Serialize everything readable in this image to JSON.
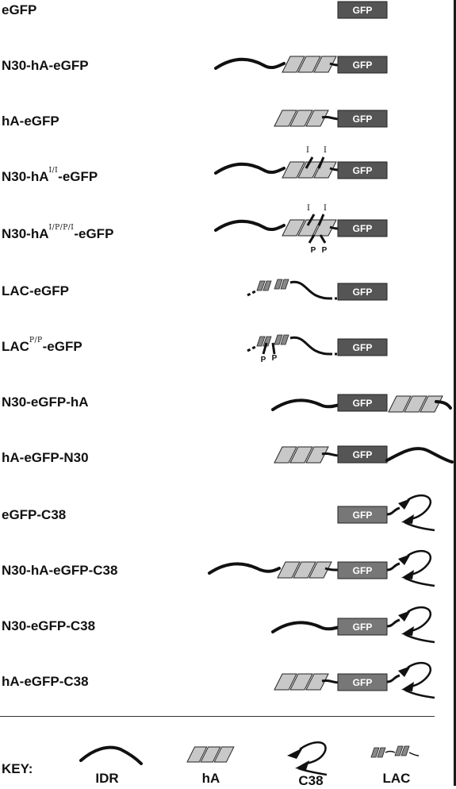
{
  "constructs": [
    {
      "name": "eGFP"
    },
    {
      "name": "N30-hA-eGFP"
    },
    {
      "name": "hA-eGFP"
    },
    {
      "name_prefix": "N30-hA",
      "name_sup": "I/I",
      "name_suffix": "-eGFP"
    },
    {
      "name_prefix": "N30-hA",
      "name_sup": "I/P/P/I",
      "name_suffix": "-eGFP"
    },
    {
      "name": "LAC-eGFP"
    },
    {
      "name_prefix": "LAC",
      "name_sup": "P/P",
      "name_suffix": "-eGFP"
    },
    {
      "name": "N30-eGFP-hA"
    },
    {
      "name": "hA-eGFP-N30"
    },
    {
      "name": "eGFP-C38"
    },
    {
      "name": "N30-hA-eGFP-C38"
    },
    {
      "name": "N30-eGFP-C38"
    },
    {
      "name": "hA-eGFP-C38"
    }
  ],
  "gfp_label": "GFP",
  "mutation_I": "I",
  "mutation_P": "P",
  "key": {
    "title": "KEY:",
    "items": [
      {
        "label": "IDR",
        "icon": "idr-wave-icon"
      },
      {
        "label": "hA",
        "icon": "helix-parallelogram-icon"
      },
      {
        "label": "C38",
        "icon": "beta-hairpin-arrow-icon"
      },
      {
        "label": "LAC",
        "icon": "lac-helix-icon"
      }
    ]
  },
  "colors": {
    "gfp_fill": "#555555",
    "helix_fill": "#c8c8c8",
    "lac_fill": "#888888",
    "line": "#111111"
  }
}
